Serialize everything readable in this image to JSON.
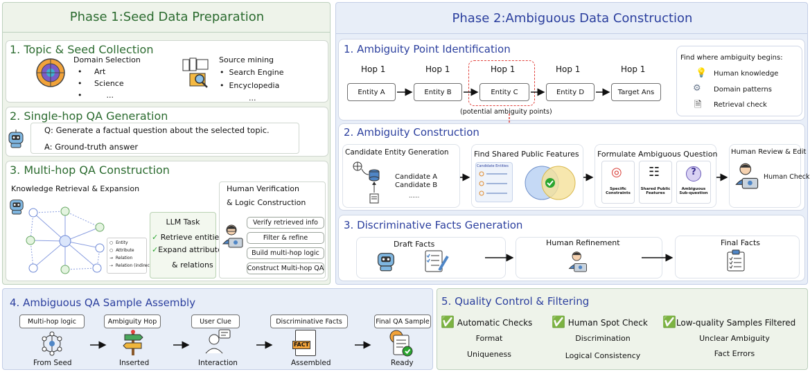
{
  "phase1": {
    "title": "Phase 1:Seed Data Preparation",
    "topic": {
      "title": "1. Topic & Seed Collection",
      "domain_label": "Domain Selection",
      "domain_items": [
        "Art",
        "Science",
        "..."
      ],
      "source_label": "Source mining",
      "source_items": [
        "Search Engine",
        "Encyclopedia",
        "..."
      ]
    },
    "singlehop": {
      "title": "2. Single-hop QA Generation",
      "q": "Q: Generate a factual question about the selected topic.",
      "a": "A: Ground-truth answer"
    },
    "multihop": {
      "title": "3. Multi-hop QA Construction",
      "kre_label": "Knowledge Retrieval & Expansion",
      "legend": [
        "Entity",
        "Attribute",
        "Relation",
        "Relation (indirect)"
      ],
      "llm_task_title": "LLM Task",
      "llm_items": [
        "Retrieve entities",
        "Expand attributes",
        "& relations"
      ],
      "hv_title_1": "Human Verification",
      "hv_title_2": "& Logic Construction",
      "hv_items": [
        "Verify retrieved info",
        "Filter & refine",
        "Build multi-hop logic",
        "Construct Multi-hop QA"
      ]
    }
  },
  "phase2": {
    "title": "Phase 2:Ambiguous Data Construction",
    "identification": {
      "title": "1. Ambiguity Point Identification",
      "hops": [
        "Hop 1",
        "Hop 1",
        "Hop 1",
        "Hop 1",
        "Hop 1"
      ],
      "entities": [
        "Entity A",
        "Entity B",
        "Entity C",
        "Entity D",
        "Target Ans"
      ],
      "potential": "(potential ambiguity points)",
      "find_title": "Find where ambiguity begins:",
      "find_items": [
        "Human knowledge",
        "Domain patterns",
        "Retrieval check"
      ]
    },
    "construction": {
      "title": "2. Ambiguity  Construction",
      "cand_title": "Candidate Entity Generation",
      "cand_items": [
        "Candidate A",
        "Candidate B",
        "......"
      ],
      "shared_title": "Find Shared Public Features",
      "shared_caption": "Candidate Entities",
      "formulate_title": "Formulate Ambiguous Question",
      "formulate_items": [
        "Specific Constraints",
        "Shared Public Features",
        "Ambiguous Sub-question"
      ],
      "review_title": "Human Review & Edit",
      "review_label": "Human Check"
    },
    "facts": {
      "title": "3.   Discriminative Facts Generation",
      "draft": "Draft Facts",
      "refine": "Human Refinement",
      "final": "Final Facts"
    }
  },
  "assembly": {
    "title": "4.   Ambiguous QA Sample Assembly",
    "steps": [
      {
        "top": "Multi-hop logic",
        "bottom": "From Seed"
      },
      {
        "top": "Ambiguity Hop",
        "bottom": "Inserted"
      },
      {
        "top": "User Clue",
        "bottom": "Interaction"
      },
      {
        "top": "Discriminative Facts",
        "bottom": "Assembled"
      },
      {
        "top": "Final QA Sample",
        "bottom": "Ready"
      }
    ],
    "fact_tag": "FACT"
  },
  "quality": {
    "title": "5. Quality Control & Filtering",
    "cols": [
      {
        "head": "Automatic Checks",
        "items": [
          "Format",
          "Uniqueness"
        ]
      },
      {
        "head": "Human Spot Check",
        "items": [
          "Discrimination",
          "Logical Consistency"
        ]
      },
      {
        "head": "Low-quality Samples Filtered",
        "items": [
          "Unclear Ambiguity",
          "Fact Errors"
        ]
      }
    ]
  },
  "colors": {
    "phase1_bg": "#eef3ea",
    "phase2_bg": "#e8eef8",
    "accent_green": "#2b6b2f",
    "accent_blue": "#2b3f9e",
    "dashed_red": "#e0403a"
  }
}
